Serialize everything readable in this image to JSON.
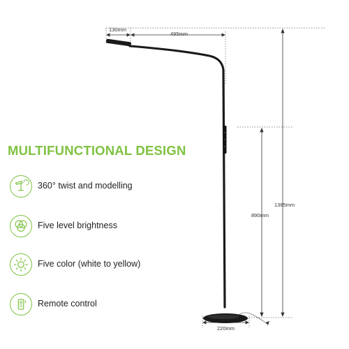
{
  "headline": "MULTIFUNCTIONAL DESIGN",
  "features": [
    {
      "icon": "lamp-rotate-icon",
      "label": "360° twist and modelling"
    },
    {
      "icon": "brightness-circles-icon",
      "label": "Five level brightness"
    },
    {
      "icon": "sun-icon",
      "label": "Five color (white to yellow)"
    },
    {
      "icon": "remote-icon",
      "label": "Remote control"
    }
  ],
  "dimensions": {
    "head_width": "130mm",
    "arm_length": "495mm",
    "total_height": "1385mm",
    "base_height": "890mm",
    "base_width": "220mm"
  },
  "colors": {
    "accent": "#7fc242",
    "lamp": "#111111"
  }
}
